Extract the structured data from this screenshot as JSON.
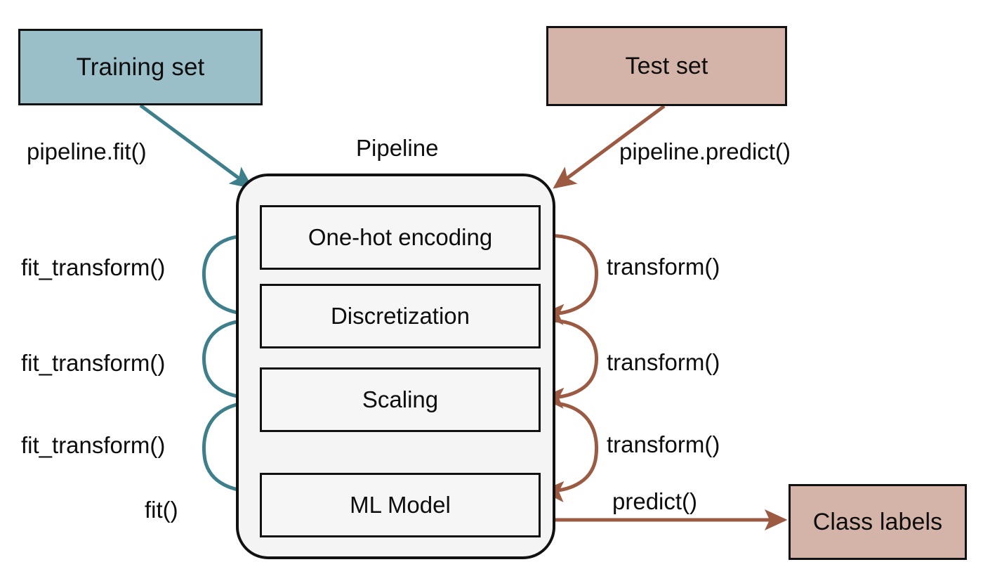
{
  "diagram": {
    "title": "Pipeline",
    "colors": {
      "train_fill": "#9BBFC8",
      "test_fill": "#D4B4A8",
      "pipeline_fill": "#F4F4F4",
      "step_fill": "#F6F6F6",
      "train_arrow": "#3E7F8C",
      "test_arrow": "#9C5A42",
      "outline": "#111111"
    }
  },
  "inputs": {
    "training_set": "Training set",
    "test_set": "Test set"
  },
  "outputs": {
    "class_labels": "Class labels"
  },
  "entry_calls": {
    "fit": "pipeline.fit()",
    "predict": "pipeline.predict()"
  },
  "steps": [
    {
      "label": "One-hot encoding",
      "train_call": "fit_transform()",
      "test_call": "transform()"
    },
    {
      "label": "Discretization",
      "train_call": "fit_transform()",
      "test_call": "transform()"
    },
    {
      "label": "Scaling",
      "train_call": "fit_transform()",
      "test_call": "transform()"
    },
    {
      "label": "ML Model",
      "train_call": "fit()",
      "test_call": "predict()"
    }
  ],
  "left_calls": [
    "fit_transform()",
    "fit_transform()",
    "fit_transform()",
    "fit()"
  ],
  "right_calls": [
    "transform()",
    "transform()",
    "transform()",
    "predict()"
  ]
}
